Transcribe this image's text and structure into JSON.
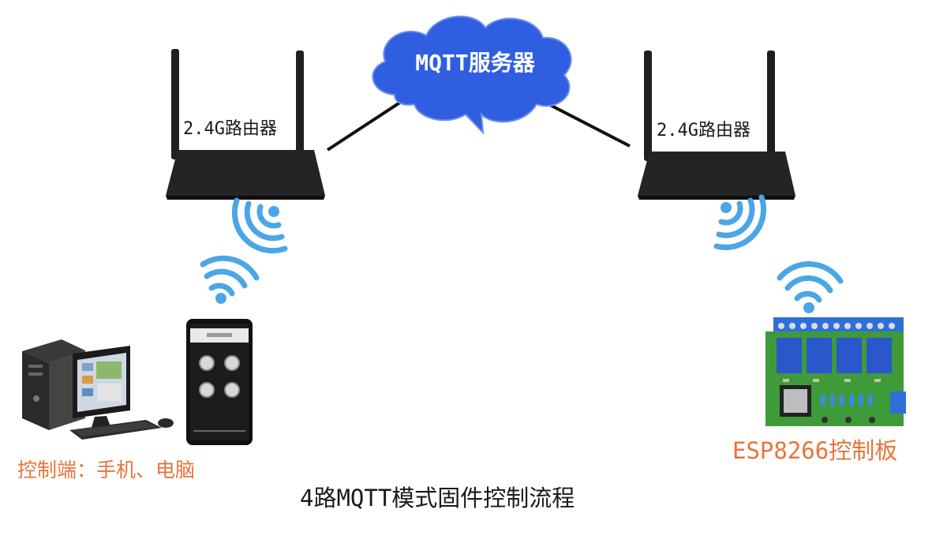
{
  "cloud": {
    "label": "MQTT服务器"
  },
  "routers": {
    "left": {
      "label": "2.4G路由器"
    },
    "right": {
      "label": "2.4G路由器"
    }
  },
  "client": {
    "label": "控制端：手机、电脑"
  },
  "board": {
    "label": "ESP8266控制板"
  },
  "caption": "4路MQTT模式固件控制流程",
  "colors": {
    "cloud": "#2f5fe0",
    "wifi": "#4aa6e6",
    "router_body": "#1f1f1f",
    "label_orange": "#e8743a",
    "board_green": "#3f9a3a",
    "relay_blue": "#2a57c9"
  }
}
